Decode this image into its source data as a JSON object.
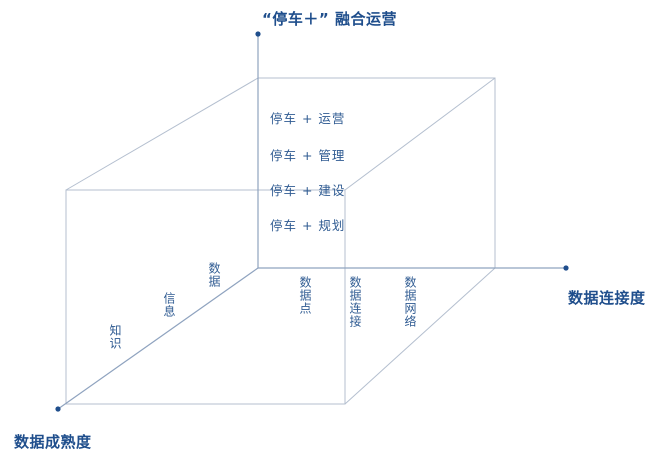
{
  "axes": {
    "vertical_title": "“停车＋” 融合运营",
    "right_title": "数据连接度",
    "depth_title": "数据成熟度"
  },
  "layers": [
    "停车 + 运营",
    "停车 + 管理",
    "停车 + 建设",
    "停车 + 规划"
  ],
  "depth_levels": [
    "知识",
    "信息",
    "数据"
  ],
  "connectivity_levels": [
    "数据点",
    "数据连接",
    "数据网络"
  ],
  "colors": {
    "lines": "#aab6c8",
    "axis": "#1f4e8c",
    "text": "#2f5b92"
  }
}
